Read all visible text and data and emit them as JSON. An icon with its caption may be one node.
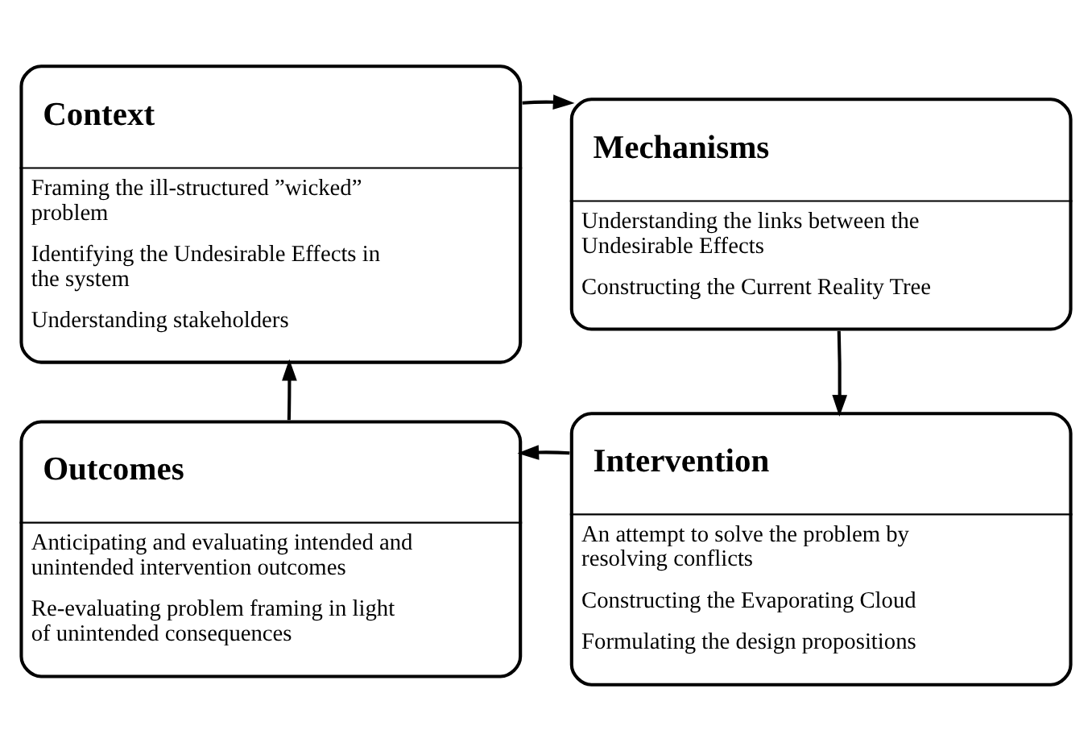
{
  "diagram": {
    "nodes": [
      {
        "text": [
          "Context",
          "Framing the ill-structured ”wicked” problem",
          "Identifying the Undesirable Effects in the system",
          "Understanding stakeholders"
        ]
      },
      {
        "text": [
          "Mechanisms",
          "Understanding the links between the Undesirable Effects",
          "Constructing the Current Reality Tree"
        ]
      },
      {
        "text": [
          "Intervention",
          "An attempt to solve the problem by resolving conflicts",
          "Constructing the Evaporating Cloud",
          "Formulating the design propositions"
        ]
      },
      {
        "text": [
          "Outcomes",
          "Anticipating and evaluating intended and unintended intervention outcomes",
          "Re-evaluating problem framing in light of unintended consequences"
        ]
      }
    ],
    "edges": [
      {
        "from": 0,
        "to": 1,
        "arrow": "to"
      },
      {
        "from": 1,
        "to": 2,
        "arrow": "to"
      },
      {
        "from": 2,
        "to": 3,
        "arrow": "to"
      },
      {
        "from": 3,
        "to": 0,
        "arrow": "to"
      }
    ]
  }
}
